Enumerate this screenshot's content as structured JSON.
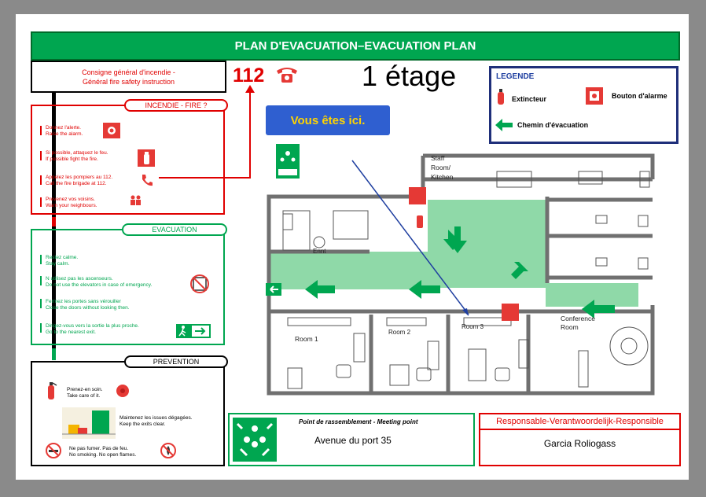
{
  "header": {
    "title": "PLAN D'EVACUATION–EVACUATION PLAN"
  },
  "general_instruction": {
    "line1": "Consigne général d'incendie -",
    "line2": "Général fire safety instruction"
  },
  "emergency_number": "112",
  "floor_label": "1 étage",
  "you_are_here": "Vous êtes ici.",
  "legend": {
    "title": "LEGENDE",
    "extinguisher": "Extincteur",
    "alarm_button": "Bouton d'alarme",
    "evacuation_route": "Chemin d'évacuation"
  },
  "fire_section": {
    "title": "INCENDIE - FIRE ?",
    "items": [
      {
        "fr": "Donnez l'alerte.",
        "en": "Raise the alarm."
      },
      {
        "fr": "Si possible, attaquez le feu.",
        "en": "If possible fight the fire."
      },
      {
        "fr": "Appelez les pompiers au 112.",
        "en": "Call the fire brigade at 112."
      },
      {
        "fr": "Prevenez vos voisins.",
        "en": "Warn your neighbours."
      }
    ]
  },
  "evacuation_section": {
    "title": "EVACUATION",
    "items": [
      {
        "fr": "Restez calme.",
        "en": "Stay calm."
      },
      {
        "fr": "N utilisez pas les ascenseurs.",
        "en": "Do not use the elevators in case of emergency."
      },
      {
        "fr": "Fermez les portes sans vérouiller",
        "en": "Close the doors without looking then."
      },
      {
        "fr": "Dirigez-vous vers la sortie la plus proche.",
        "en": "Go to the nearest exit."
      }
    ]
  },
  "prevention_section": {
    "title": "PREVENTION",
    "items": [
      {
        "fr": "Prenez-en soin.",
        "en": "Take care of it."
      },
      {
        "fr": "Maintenez les issues dégagées.",
        "en": "Keep the exits clear."
      },
      {
        "fr": "Ne pas fumer. Pas de feu.",
        "en": "No smoking. No open flames."
      }
    ]
  },
  "rooms": {
    "staff": "Staff Room/ Kitchen",
    "room1": "Room 1",
    "room2": "Room 2",
    "room3": "Room 3",
    "conference": "Conference Room",
    "desk": "Ennt"
  },
  "meeting_point": {
    "title": "Point de rassemblement  - Meeting point",
    "address": "Avenue du port 35"
  },
  "responsible": {
    "title": "Responsable-Verantwoordelijk-Responsible",
    "name": "Garcia Roliogass"
  },
  "colors": {
    "green": "#00a650",
    "red": "#e00000",
    "route": "#8fd9a8",
    "navy": "#1f2f7a",
    "blue": "#2f5fd0"
  },
  "icons": [
    "extinguisher-icon",
    "alarm-button-icon",
    "phone-icon",
    "people-icon",
    "no-elevator-icon",
    "exit-sign-icon",
    "no-smoking-icon",
    "no-flame-icon",
    "assembly-point-icon",
    "green-arrow-icon"
  ]
}
